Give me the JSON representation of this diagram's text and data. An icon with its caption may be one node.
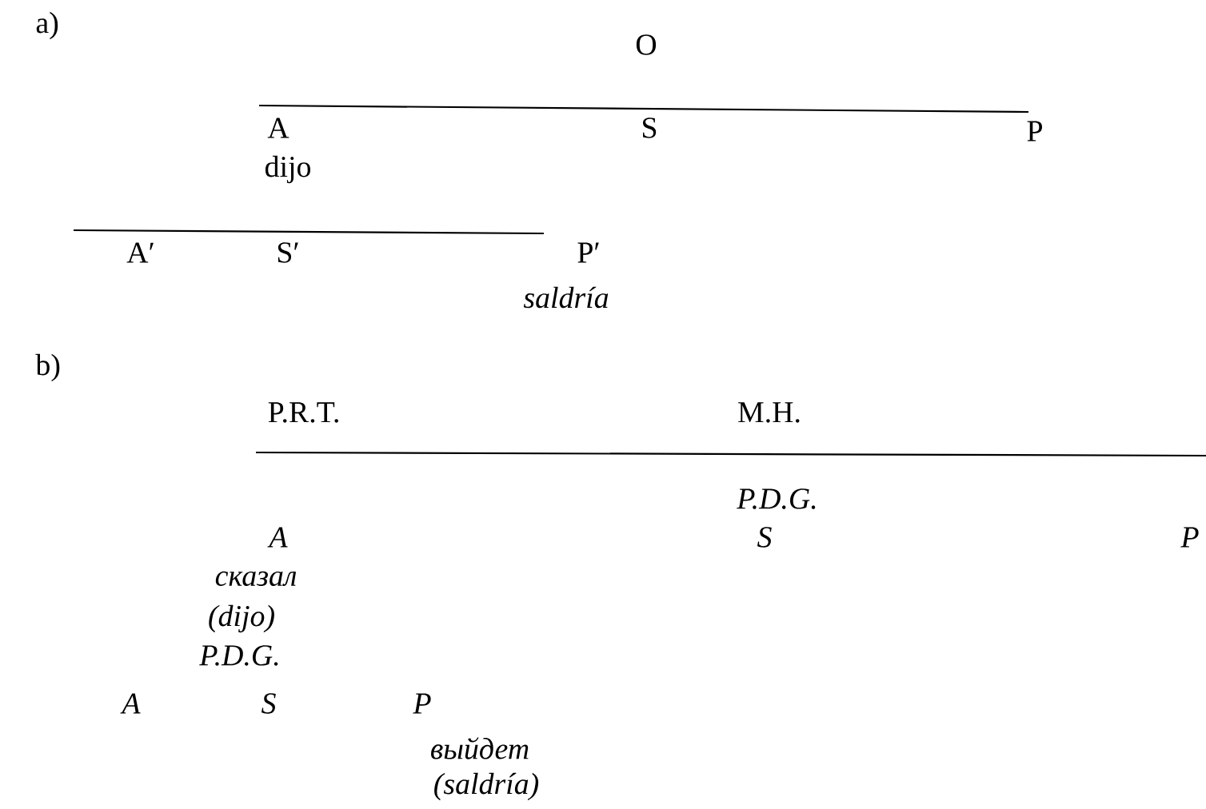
{
  "diagram": {
    "labels": [
      "a)",
      "O",
      "A",
      "S",
      "P",
      "dijo",
      "A′",
      "S′",
      "P′",
      "saldría",
      "b)",
      "P.R.T.",
      "M.H.",
      "P.D.G.",
      "A",
      "S",
      "P",
      "сказал",
      "(dijo)",
      "P.D.G.",
      "A",
      "S",
      "P",
      "выйдет",
      "(saldría)"
    ]
  }
}
